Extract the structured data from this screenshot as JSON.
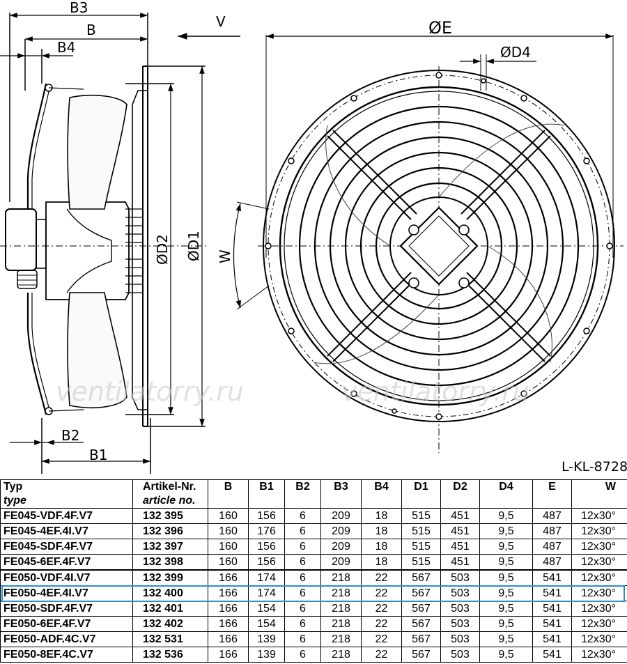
{
  "drawing": {
    "side_labels": {
      "b3": "B3",
      "b": "B",
      "b4": "B4",
      "b2": "B2",
      "b1": "B1",
      "d2": "ØD2",
      "d1": "ØD1"
    },
    "front_labels": {
      "v": "V",
      "e": "ØE",
      "d4": "ØD4",
      "w": "W"
    },
    "drawing_code": "L-KL-8728",
    "watermarks": [
      "ventilatorry.ru",
      "ventilatorry.ru"
    ]
  },
  "table": {
    "headers": [
      {
        "label": "Typ",
        "sub": "type"
      },
      {
        "label": "Artikel-Nr.",
        "sub": "article no."
      },
      {
        "label": "B"
      },
      {
        "label": "B1"
      },
      {
        "label": "B2"
      },
      {
        "label": "B3"
      },
      {
        "label": "B4"
      },
      {
        "label": "D1"
      },
      {
        "label": "D2"
      },
      {
        "label": "D4"
      },
      {
        "label": "E"
      },
      {
        "label": "W"
      }
    ],
    "rows": [
      [
        "FE045-VDF.4F.V7",
        "132 395",
        "160",
        "156",
        "6",
        "209",
        "18",
        "515",
        "451",
        "9,5",
        "487",
        "12x30°"
      ],
      [
        "FE045-4EF.4I.V7",
        "132 396",
        "160",
        "176",
        "6",
        "209",
        "18",
        "515",
        "451",
        "9,5",
        "487",
        "12x30°"
      ],
      [
        "FE045-SDF.4F.V7",
        "132 397",
        "160",
        "156",
        "6",
        "209",
        "18",
        "515",
        "451",
        "9,5",
        "487",
        "12x30°"
      ],
      [
        "FE045-6EF.4F.V7",
        "132 398",
        "160",
        "156",
        "6",
        "209",
        "18",
        "515",
        "451",
        "9,5",
        "487",
        "12x30°"
      ],
      [
        "FE050-VDF.4I.V7",
        "132 399",
        "166",
        "174",
        "6",
        "218",
        "22",
        "567",
        "503",
        "9,5",
        "541",
        "12x30°"
      ],
      [
        "FE050-4EF.4I.V7",
        "132 400",
        "166",
        "174",
        "6",
        "218",
        "22",
        "567",
        "503",
        "9,5",
        "541",
        "12x30°"
      ],
      [
        "FE050-SDF.4F.V7",
        "132 401",
        "166",
        "154",
        "6",
        "218",
        "22",
        "567",
        "503",
        "9,5",
        "541",
        "12x30°"
      ],
      [
        "FE050-6EF.4F.V7",
        "132 402",
        "166",
        "154",
        "6",
        "218",
        "22",
        "567",
        "503",
        "9,5",
        "541",
        "12x30°"
      ],
      [
        "FE050-ADF.4C.V7",
        "132 531",
        "166",
        "139",
        "6",
        "218",
        "22",
        "567",
        "503",
        "9,5",
        "541",
        "12x30°"
      ],
      [
        "FE050-8EF.4C.V7",
        "132 536",
        "166",
        "139",
        "6",
        "218",
        "22",
        "567",
        "503",
        "9,5",
        "541",
        "12x30°"
      ]
    ],
    "group_break_index": 4,
    "highlighted_row_index": 5,
    "highlight_color": "#2c8fc6"
  }
}
